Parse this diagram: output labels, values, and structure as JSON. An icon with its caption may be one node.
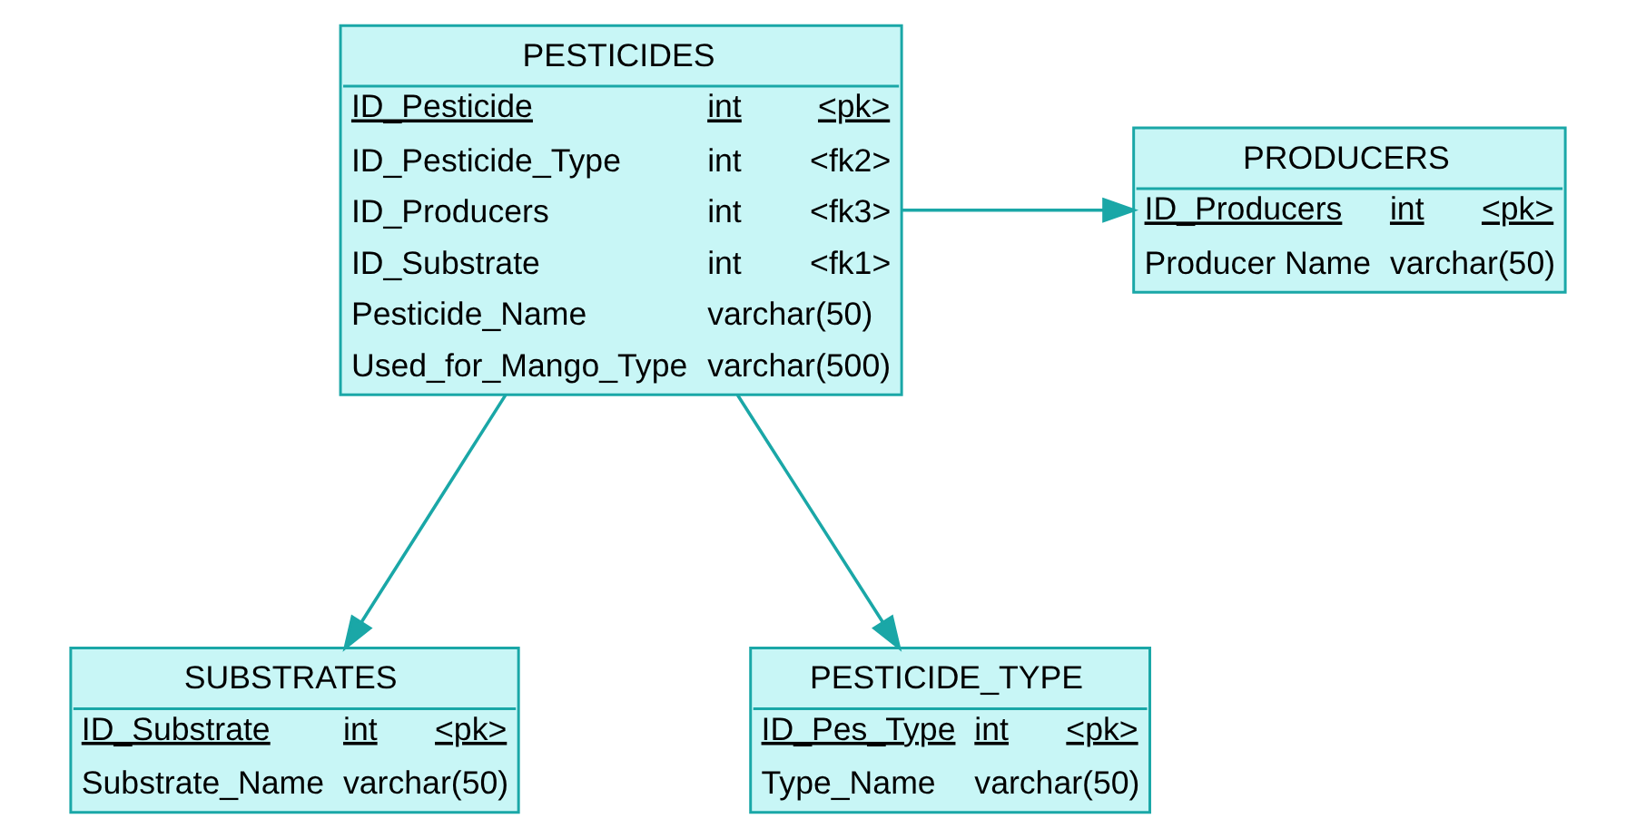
{
  "diagram": {
    "nodes": [
      {
        "text": [
          "PESTICIDES",
          "ID_Pesticide",
          "int",
          "<pk>",
          "ID_Pesticide_Type",
          "int",
          "<fk2>",
          "ID_Producers",
          "int",
          "<fk3>",
          "ID_Substrate",
          "int",
          "<fk1>",
          "Pesticide_Name",
          "varchar(50)",
          "Used_for_Mango_Type",
          "varchar(500)"
        ]
      },
      {
        "text": [
          "PRODUCERS",
          "ID_Producers",
          "int",
          "<pk>",
          "Producer Name",
          "varchar(50)"
        ]
      },
      {
        "text": [
          "SUBSTRATES",
          "ID_Substrate",
          "int",
          "<pk>",
          "Substrate_Name",
          "varchar(50)"
        ]
      },
      {
        "text": [
          "PESTICIDE_TYPE",
          "ID_Pes_Type",
          "int",
          "<pk>",
          "Type_Name",
          "varchar(50)"
        ]
      }
    ],
    "edges": [
      {
        "from": 0,
        "to": 1,
        "arrow": "to"
      },
      {
        "from": 0,
        "to": 2,
        "arrow": "to"
      },
      {
        "from": 0,
        "to": 3,
        "arrow": "to"
      }
    ]
  }
}
